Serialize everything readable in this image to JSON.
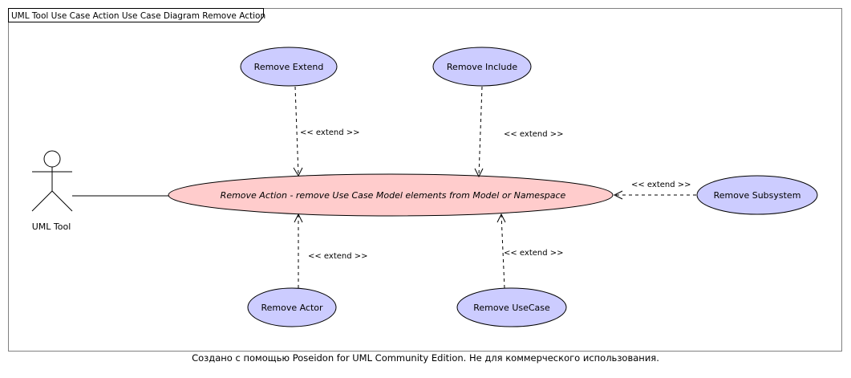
{
  "diagram": {
    "title": "UML Tool Use Case Action Use Case Diagram Remove Action",
    "actor": {
      "name": "UML Tool"
    },
    "main_use_case": {
      "label": "Remove Action - remove Use Case Model elements from Model or Namespace"
    },
    "use_cases": {
      "remove_extend": "Remove Extend",
      "remove_include": "Remove Include",
      "remove_subsystem": "Remove Subsystem",
      "remove_actor": "Remove Actor",
      "remove_usecase": "Remove UseCase"
    },
    "relations": {
      "extend_label": "<< extend >>"
    },
    "colors": {
      "main_fill": "#ffcccc",
      "secondary_fill": "#ccccff",
      "frame_title_bg": "#ffffff",
      "line": "#000000"
    }
  },
  "footer": {
    "text": "Создано с помощью Poseidon for UML Community Edition. Не для коммерческого использования."
  }
}
